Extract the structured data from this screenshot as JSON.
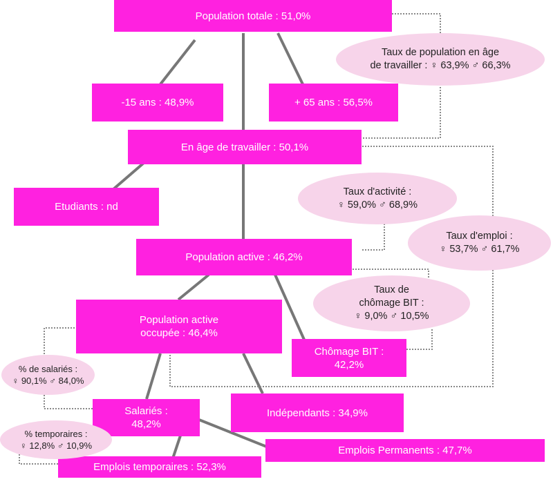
{
  "colors": {
    "box": "#ff21e0",
    "box_text": "#ffffff",
    "ellipse": "#f7d4ea",
    "ellipse_text": "#222222",
    "connector": "#777777",
    "dotted": "#888888"
  },
  "nodes": {
    "population_totale": "Population totale : 51,0%",
    "moins_15": "-15 ans : 48,9%",
    "plus_65": "+ 65 ans : 56,5%",
    "age_travailler": "En âge de travailler : 50,1%",
    "etudiants": "Etudiants : nd",
    "population_active": "Population active : 46,2%",
    "pop_active_occupee": [
      "Population active",
      "occupée : 46,4%"
    ],
    "chomage_bit": [
      "Chômage BIT :",
      "42,2%"
    ],
    "salaries": [
      "Salariés :",
      "48,2%"
    ],
    "independants": "Indépendants : 34,9%",
    "emplois_permanents": "Emplois Permanents : 47,7%",
    "emplois_temporaires": "Emplois temporaires : 52,3%"
  },
  "rates": {
    "taux_age_travailler": [
      "Taux de population en âge",
      "de travailler : ♀ 63,9% ♂ 66,3%"
    ],
    "taux_activite": [
      "Taux d'activité :",
      "♀ 59,0% ♂ 68,9%"
    ],
    "taux_emploi": [
      "Taux d'emploi :",
      "♀ 53,7% ♂ 61,7%"
    ],
    "taux_chomage": [
      "Taux de",
      "chômage BIT :",
      "♀ 9,0% ♂ 10,5%"
    ],
    "pct_salaries": [
      "% de salariés :",
      "♀ 90,1% ♂ 84,0%"
    ],
    "pct_temporaires": [
      "% temporaires :",
      "♀ 12,8% ♂ 10,9%"
    ]
  }
}
